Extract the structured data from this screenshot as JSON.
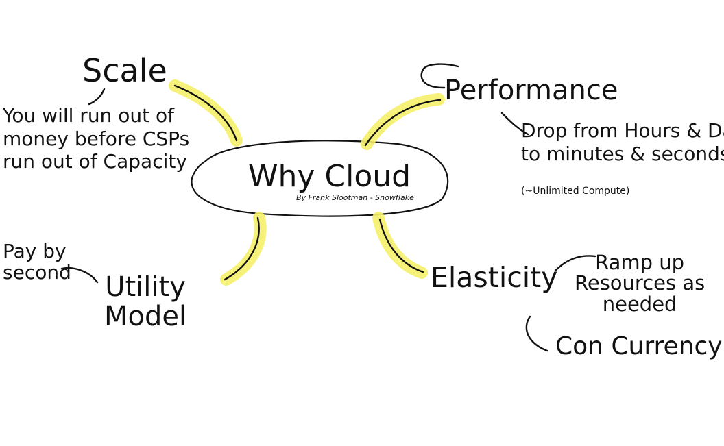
{
  "center": {
    "title": "Why Cloud",
    "author": "By Frank Slootman - Snowflake"
  },
  "branches": {
    "scale": {
      "title": "Scale",
      "detail_lines": [
        "You will run out of",
        "money before CSPs",
        "run out of Capacity"
      ]
    },
    "performance": {
      "title": "Performance",
      "detail_lines": [
        "Drop from Hours & Days",
        "to minutes & seconds"
      ],
      "note": "(~Unlimited Compute)"
    },
    "utility": {
      "title_lines": [
        "Utility",
        "Model"
      ],
      "detail_lines": [
        "Pay by",
        "second"
      ]
    },
    "elasticity": {
      "title": "Elasticity",
      "sub1_lines": [
        "Ramp up",
        "Resources as",
        "needed"
      ],
      "sub2": "Con Currency"
    }
  },
  "colors": {
    "ink": "#111111",
    "highlight": "#f4f06a",
    "background": "#ffffff"
  }
}
